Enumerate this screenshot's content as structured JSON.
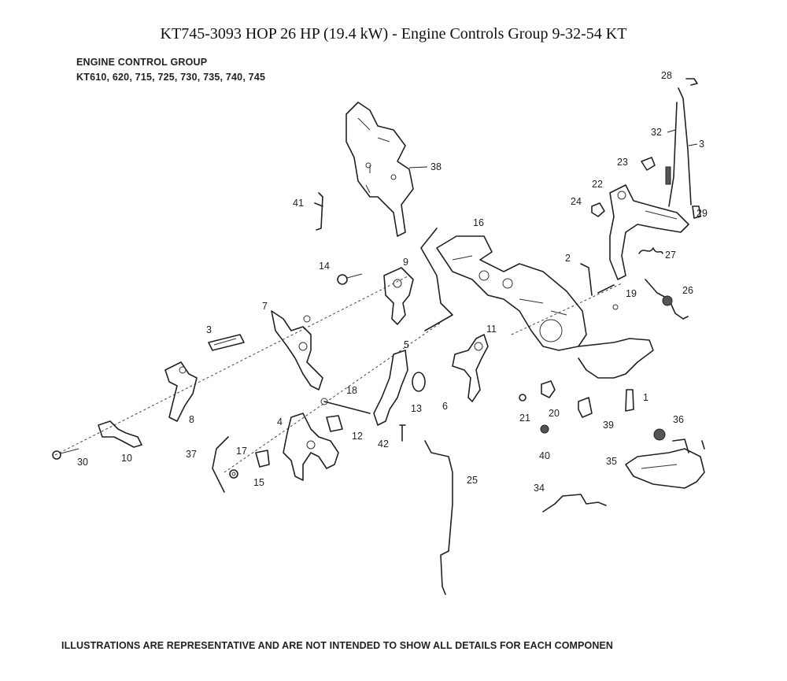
{
  "title": "KT745-3093 HOP 26 HP (19.4 kW) - Engine Controls Group 9-32-54 KT",
  "header": {
    "group_name": "ENGINE CONTROL GROUP",
    "models": "KT610, 620, 715, 725, 730, 735, 740, 745"
  },
  "footer": "ILLUSTRATIONS ARE REPRESENTATIVE AND ARE NOT INTENDED TO SHOW ALL DETAILS FOR EACH COMPONEN",
  "callouts": [
    "1",
    "2",
    "3",
    "3",
    "4",
    "5",
    "6",
    "7",
    "8",
    "9",
    "10",
    "11",
    "12",
    "13",
    "14",
    "15",
    "16",
    "17",
    "18",
    "19",
    "20",
    "21",
    "22",
    "23",
    "24",
    "25",
    "26",
    "27",
    "28",
    "29",
    "30",
    "32",
    "34",
    "35",
    "36",
    "37",
    "38",
    "39",
    "40",
    "41",
    "42"
  ]
}
